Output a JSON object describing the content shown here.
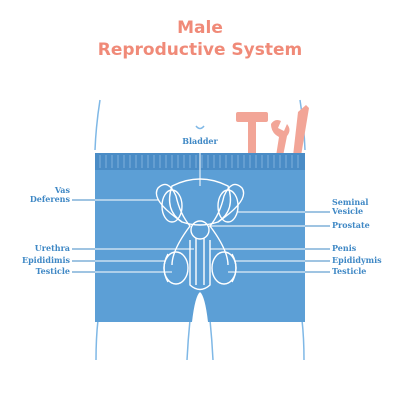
{
  "title_line1": "Male",
  "title_line2": "Reproductive System",
  "labels": {
    "bladder": "Bladder",
    "vas_deferens": "Vas\nDeferens",
    "urethra": "Urethra",
    "epididymis_left": "Epididimis",
    "testicle_left": "Testicle",
    "seminal_vesicle": "Seminal\nVesicle",
    "prostate": "Prostate",
    "penis": "Penis",
    "epididymis_right": "Epididymis",
    "testicle_right": "Testicle"
  },
  "colors": {
    "title": "#f08a78",
    "label": "#3f88c5",
    "shorts": "#5c9fd6",
    "waistband": "#4a8cc6",
    "outline": "#7fb8e6",
    "tools": "#f2a597"
  },
  "icons": [
    "hammer-icon",
    "wrench-icon",
    "pencil-icon"
  ]
}
